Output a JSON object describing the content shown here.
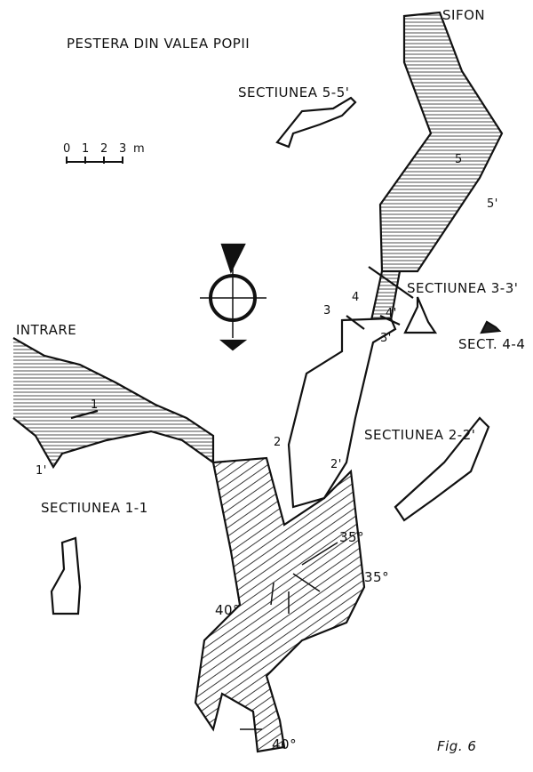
{
  "title": "PESTERA DIN VALEA POPII",
  "scale": {
    "ticks": [
      "0",
      "1",
      "2",
      "3"
    ],
    "unit": "m"
  },
  "labels": {
    "sifon": "SIFON",
    "intrare": "INTRARE",
    "fig": "Fig. 6"
  },
  "sections": {
    "s55": "SECTIUNEA 5-5'",
    "s33": "SECTIUNEA 3-3'",
    "s44": "SECT. 4-4",
    "s22": "SECTIUNEA 2-2'",
    "s11": "SECTIUNEA 1-1"
  },
  "markers": {
    "m1": "1",
    "m1p": "1'",
    "m2": "2",
    "m2p": "2'",
    "m3": "3",
    "m3p": "3'",
    "m4": "4",
    "m4p": "4'",
    "m5": "5",
    "m5p": "5'"
  },
  "slopes": {
    "a": "35°",
    "b": "35°",
    "c": "40°",
    "d": "40°"
  }
}
